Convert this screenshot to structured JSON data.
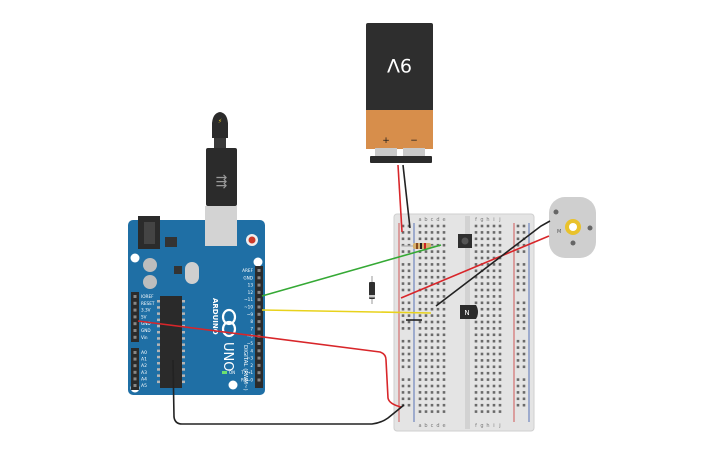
{
  "battery": {
    "label": "9V",
    "plus": "+",
    "minus": "−",
    "body_color": "#2e2e2e",
    "cap_color": "#d78e4b"
  },
  "arduino": {
    "board_color": "#1f6fa5",
    "brand": "ARDUINO",
    "model": "UNO",
    "top_header": [
      "AREF",
      "GND",
      "13",
      "12",
      "~11",
      "~10",
      "~9",
      "8",
      "7",
      "~6",
      "~5",
      "4",
      "~3",
      "2",
      "TX→1",
      "RX←0"
    ],
    "power_header": [
      "IOREF",
      "RESET",
      "3.3V",
      "5V",
      "GND",
      "GND",
      "Vin"
    ],
    "analog_header": [
      "A0",
      "A1",
      "A2",
      "A3",
      "A4",
      "A5"
    ],
    "digital_label": "DIGITAL (PWM~)",
    "led_on": "ON"
  },
  "breadboard": {
    "col_letters_left": [
      "a",
      "b",
      "c",
      "d",
      "e"
    ],
    "col_letters_right": [
      "f",
      "g",
      "h",
      "i",
      "j"
    ],
    "row_count": 30
  },
  "transistor": {
    "label": "N"
  },
  "motor": {
    "label": "M"
  },
  "wires": {
    "green": "#35a935",
    "yellow": "#e8d21c",
    "red": "#d8262a",
    "black": "#222222"
  }
}
